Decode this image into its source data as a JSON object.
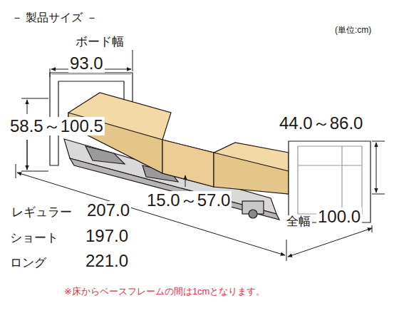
{
  "diagram": {
    "title": "－ 製品サイズ －",
    "labels": [
      "(単位:cm)",
      "ボード幅",
      "93.0",
      "58.5～100.5",
      "44.0～86.0",
      "15.0～57.0",
      "全幅",
      "100.0",
      "レギュラー",
      "207.0",
      "ショート",
      "197.0",
      "ロング",
      "221.0",
      "※床からベースフレームの間は1cmとなります。"
    ]
  }
}
